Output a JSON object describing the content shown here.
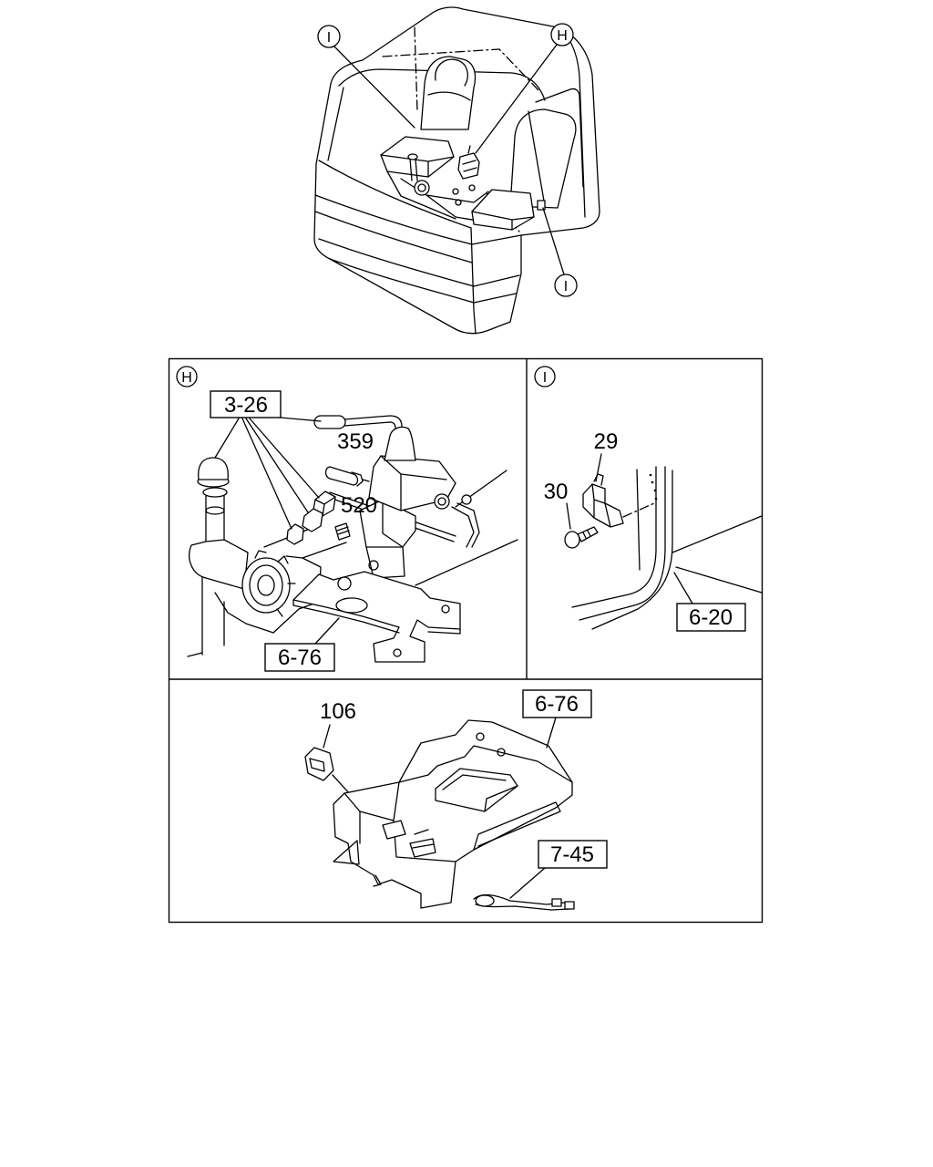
{
  "overview": {
    "callout_i_top": "I",
    "callout_h": "H",
    "callout_i_bottom": "I"
  },
  "panel_h": {
    "marker": "H",
    "ref_3_26": "3-26",
    "part_359": "359",
    "part_520": "520",
    "ref_6_76": "6-76"
  },
  "panel_i": {
    "marker": "I",
    "part_29": "29",
    "part_30": "30",
    "ref_6_20": "6-20"
  },
  "panel_console": {
    "part_106": "106",
    "ref_6_76": "6-76",
    "ref_7_45": "7-45"
  }
}
